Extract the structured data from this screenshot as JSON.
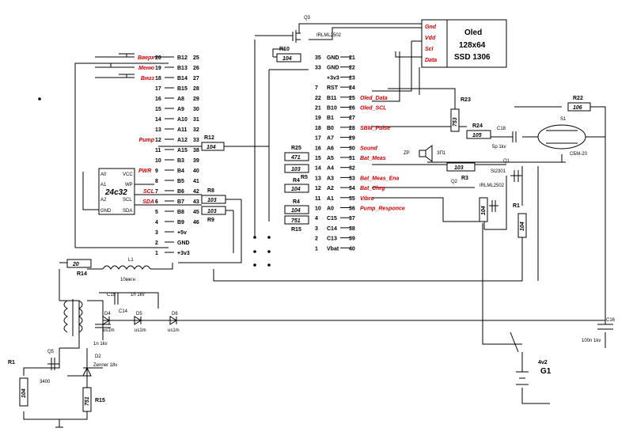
{
  "colors": {
    "net": "#cc0000",
    "purple": "#aa00cc",
    "blue": "#1a1aaa",
    "wire": "#000000"
  },
  "left_rows": [
    {
      "n": "20",
      "net": "Вверх",
      "port": "B12",
      "pin": "25",
      "pc": "purple"
    },
    {
      "n": "19",
      "net": "Меню",
      "port": "B13",
      "pin": "26",
      "pc": "purple"
    },
    {
      "n": "18",
      "net": "Вниз",
      "port": "B14",
      "pin": "27",
      "pc": "purple"
    },
    {
      "n": "17",
      "net": "",
      "port": "B15",
      "pin": "28",
      "pc": "purple"
    },
    {
      "n": "16",
      "net": "",
      "port": "A8",
      "pin": "29",
      "pc": "purple"
    },
    {
      "n": "15",
      "net": "",
      "port": "A9",
      "pin": "30",
      "pc": "purple"
    },
    {
      "n": "14",
      "net": "",
      "port": "A10",
      "pin": "31",
      "pc": "purple"
    },
    {
      "n": "13",
      "net": "",
      "port": "A11",
      "pin": "32",
      "pc": "purple"
    },
    {
      "n": "12",
      "net": "Pump",
      "port": "A12",
      "pin": "33",
      "pc": "purple"
    },
    {
      "n": "11",
      "net": "",
      "port": "A15",
      "pin": "38",
      "pc": "purple"
    },
    {
      "n": "10",
      "net": "",
      "port": "B3",
      "pin": "39",
      "pc": "purple"
    },
    {
      "n": "9",
      "net": "",
      "port": "B4",
      "pin": "40",
      "pc": "purple"
    },
    {
      "n": "8",
      "net": "",
      "port": "B5",
      "pin": "41",
      "pc": "purple"
    },
    {
      "n": "7",
      "net": "SCL",
      "port": "B6",
      "pin": "42",
      "pc": "purple"
    },
    {
      "n": "6",
      "net": "SDA",
      "port": "B7",
      "pin": "43",
      "pc": "purple"
    },
    {
      "n": "5",
      "net": "",
      "port": "B8",
      "pin": "45",
      "pc": "purple"
    },
    {
      "n": "4",
      "net": "",
      "port": "B9",
      "pin": "46",
      "pc": "purple"
    },
    {
      "n": "3",
      "net": "",
      "port": "+5v",
      "pin": "",
      "pc": "net"
    },
    {
      "n": "2",
      "net": "",
      "port": "GND",
      "pin": "",
      "pc": "wire"
    },
    {
      "n": "1",
      "net": "",
      "port": "+3v3",
      "pin": "",
      "pc": "net"
    }
  ],
  "right_rows": [
    {
      "pin": "35",
      "port": "GND",
      "n": "21",
      "net": "",
      "pc": "wire"
    },
    {
      "pin": "33",
      "port": "GND",
      "n": "22",
      "net": "",
      "pc": "wire"
    },
    {
      "pin": "",
      "port": "+3v3",
      "n": "23",
      "net": "",
      "pc": "net"
    },
    {
      "pin": "7",
      "port": "RST",
      "n": "24",
      "net": "",
      "pc": "purple"
    },
    {
      "pin": "22",
      "port": "B11",
      "n": "25",
      "net": "Oled_Data",
      "pc": "purple"
    },
    {
      "pin": "21",
      "port": "B10",
      "n": "26",
      "net": "Oled_SCL",
      "pc": "purple"
    },
    {
      "pin": "19",
      "port": "B1",
      "n": "27",
      "net": "",
      "pc": "purple"
    },
    {
      "pin": "18",
      "port": "B0",
      "n": "28",
      "net": "SBM_Pulse",
      "pc": "purple"
    },
    {
      "pin": "17",
      "port": "A7",
      "n": "29",
      "net": "",
      "pc": "purple"
    },
    {
      "pin": "16",
      "port": "A6",
      "n": "30",
      "net": "Sound",
      "pc": "purple"
    },
    {
      "pin": "15",
      "port": "A5",
      "n": "31",
      "net": "Bat_Meas",
      "pc": "purple"
    },
    {
      "pin": "14",
      "port": "A4",
      "n": "32",
      "net": "",
      "pc": "purple"
    },
    {
      "pin": "13",
      "port": "A3",
      "n": "33",
      "net": "Bat_Meas_Ena",
      "pc": "purple"
    },
    {
      "pin": "12",
      "port": "A2",
      "n": "34",
      "net": "Bat_Chrg",
      "pc": "purple"
    },
    {
      "pin": "11",
      "port": "A1",
      "n": "35",
      "net": "Vibro",
      "pc": "purple"
    },
    {
      "pin": "10",
      "port": "A0",
      "n": "36",
      "net": "Pump_Responce",
      "pc": "purple"
    },
    {
      "pin": "4",
      "port": "C15",
      "n": "37",
      "net": "",
      "pc": "purple"
    },
    {
      "pin": "3",
      "port": "C14",
      "n": "38",
      "net": "",
      "pc": "purple"
    },
    {
      "pin": "2",
      "port": "C13",
      "n": "39",
      "net": "",
      "pc": "purple"
    },
    {
      "pin": "1",
      "port": "Vbat",
      "n": "40",
      "net": "",
      "pc": "purple"
    }
  ],
  "oled": {
    "pins": [
      "Gnd",
      "Vdd",
      "Scl",
      "Data"
    ],
    "title": "Oled",
    "size": "128x64",
    "chip": "SSD 1306"
  },
  "eeprom": {
    "name": "24c32",
    "pwr": "PWR",
    "pins_left": [
      "A0",
      "A1",
      "A2",
      "GND"
    ],
    "pins_right": [
      "VCC",
      "WP",
      "SCL",
      "SDA"
    ]
  },
  "resistors": {
    "r10": {
      "name": "R10",
      "value": "104"
    },
    "r12": {
      "name": "R12",
      "value": "104"
    },
    "r8": {
      "name": "R8",
      "value": "103"
    },
    "r9": {
      "name": "R9",
      "value": "103"
    },
    "r25": {
      "name": "R25",
      "value": "471"
    },
    "r5": {
      "name": "R5",
      "value": "103"
    },
    "r4a": {
      "name": "R4",
      "value": "104"
    },
    "r4b": {
      "name": "R4",
      "value": "104"
    },
    "r15a": {
      "name": "R15",
      "value": "751"
    },
    "r23": {
      "name": "R23",
      "value": "753"
    },
    "r24": {
      "name": "R24",
      "value": "105"
    },
    "r22": {
      "name": "R22",
      "value": "106"
    },
    "r3": {
      "name": "R3",
      "value": "103"
    },
    "q2r": {
      "name": "",
      "value": "104"
    },
    "r1": {
      "name": "R1",
      "value": "104"
    },
    "r14": {
      "name": "R14",
      "value": "20"
    },
    "r1b": {
      "name": "R1",
      "value": "104"
    },
    "r15b": {
      "name": "R15",
      "value": "751"
    }
  },
  "parts": {
    "q3": "Q3",
    "q3_part": "IRLML2502",
    "q1": "Q1",
    "q1_part": "SI2301",
    "q2": "Q2",
    "q2_part": "IRLML2502",
    "c18": "C18",
    "c18_val": "5p 1kv",
    "s1": "S1",
    "s1_part": "СБМ-20",
    "zp": "ZP",
    "zp_part": "ЗП1",
    "l1": "L1",
    "l1_val": "10мкгн",
    "c15": "C15",
    "c15_val": "1n 1kv",
    "c14": "C14",
    "c14_val": "1n 1kv",
    "d4": "D4",
    "d5": "D5",
    "d6": "D6",
    "d_part": "us1m",
    "d2": "D2",
    "d2_part": "Zenner 18v",
    "q5": "Q5",
    "q5_part": "3400",
    "c16": "C16",
    "c16_val": "100n 1kv",
    "g1": "G1",
    "g1_val": "4v2"
  }
}
